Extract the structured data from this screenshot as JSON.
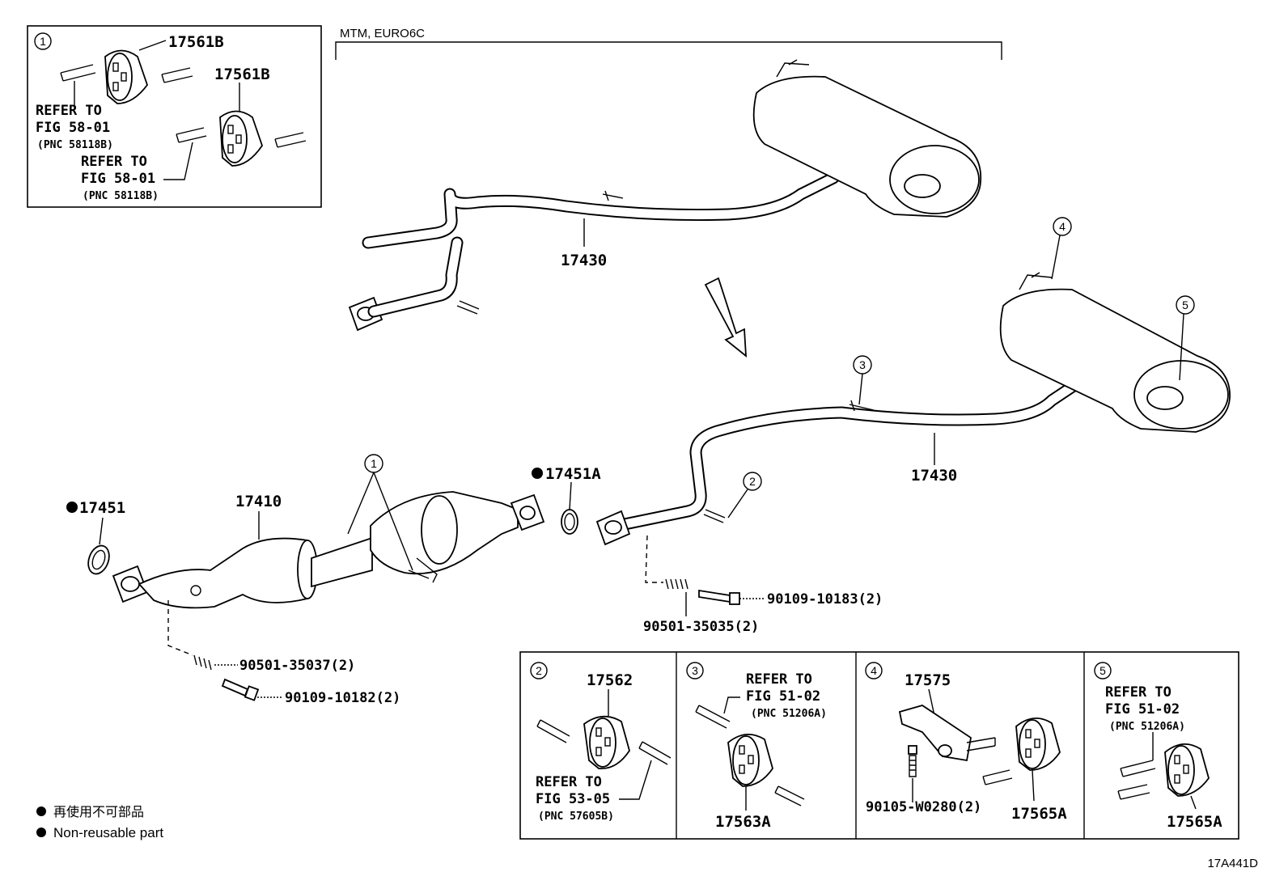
{
  "diagram_code": "17A441D",
  "legend": {
    "jp": "再使用不可部品",
    "en": "Non-reusable part"
  },
  "top_variant": "MTM, EURO6C",
  "parts": {
    "p17430_top": "17430",
    "p17430_bottom": "17430",
    "p17410": "17410",
    "p17451": "17451",
    "p17451A": "17451A",
    "p90109_10183": "90109-10183(2)",
    "p90501_35035": "90501-35035(2)",
    "p90501_35037": "90501-35037(2)",
    "p90109_10182": "90109-10182(2)"
  },
  "callouts": [
    "1",
    "2",
    "3",
    "4",
    "5"
  ],
  "box1": {
    "num": "1",
    "part_a": "17561B",
    "part_b": "17561B",
    "ref1_line1": "REFER TO",
    "ref1_line2": "FIG 58-01",
    "ref1_pnc": "(PNC 58118B)",
    "ref2_line1": "REFER TO",
    "ref2_line2": "FIG 58-01",
    "ref2_pnc": "(PNC 58118B)"
  },
  "box2": {
    "num": "2",
    "part": "17562",
    "ref_line1": "REFER TO",
    "ref_line2": "FIG 53-05",
    "ref_pnc": "(PNC 57605B)"
  },
  "box3": {
    "num": "3",
    "part": "17563A",
    "ref_line1": "REFER TO",
    "ref_line2": "FIG 51-02",
    "ref_pnc": "(PNC 51206A)"
  },
  "box4": {
    "num": "4",
    "part_a": "17575",
    "part_b": "17565A",
    "part_c": "90105-W0280(2)"
  },
  "box5": {
    "num": "5",
    "part": "17565A",
    "ref_line1": "REFER TO",
    "ref_line2": "FIG 51-02",
    "ref_pnc": "(PNC 51206A)"
  }
}
